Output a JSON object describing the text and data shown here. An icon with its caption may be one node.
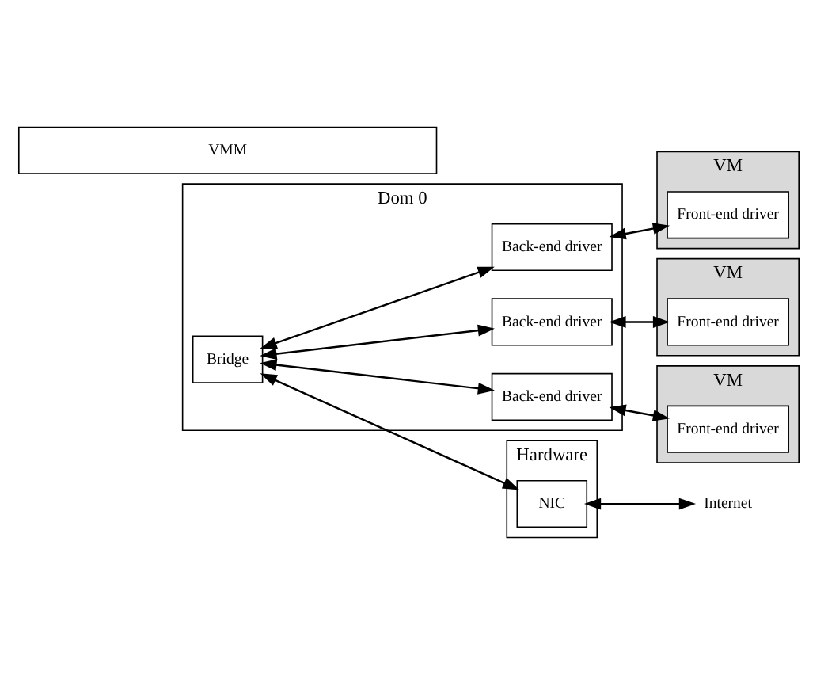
{
  "diagram": {
    "nodes": [
      {
        "text": [
          "Dom 0"
        ]
      },
      {
        "text": [
          "Bridge"
        ],
        "in": 0
      },
      {
        "text": [
          "Back-end driver"
        ],
        "in": 0
      },
      {
        "text": [
          "Back-end driver"
        ],
        "in": 0
      },
      {
        "text": [
          "Back-end driver"
        ],
        "in": 0
      },
      {
        "text": [
          "VM"
        ]
      },
      {
        "text": [
          "Front-end driver"
        ],
        "in": 5
      },
      {
        "text": [
          "VM"
        ]
      },
      {
        "text": [
          "Front-end driver"
        ],
        "in": 7
      },
      {
        "text": [
          "VM"
        ]
      },
      {
        "text": [
          "Front-end driver"
        ],
        "in": 9
      },
      {
        "text": [
          "VMM"
        ]
      },
      {
        "text": [
          "Hardware"
        ]
      },
      {
        "text": [
          "NIC"
        ],
        "in": 12
      },
      {
        "text": [
          "Internet"
        ]
      }
    ],
    "edges": [
      {
        "from": 1,
        "to": 2,
        "arrow": "both"
      },
      {
        "from": 1,
        "to": 3,
        "arrow": "both"
      },
      {
        "from": 1,
        "to": 4,
        "arrow": "both"
      },
      {
        "from": 2,
        "to": 6,
        "arrow": "both"
      },
      {
        "from": 3,
        "to": 8,
        "arrow": "both"
      },
      {
        "from": 4,
        "to": 10,
        "arrow": "both"
      },
      {
        "from": 1,
        "to": 13,
        "arrow": "both"
      },
      {
        "from": 13,
        "to": 14,
        "arrow": "both"
      }
    ]
  }
}
